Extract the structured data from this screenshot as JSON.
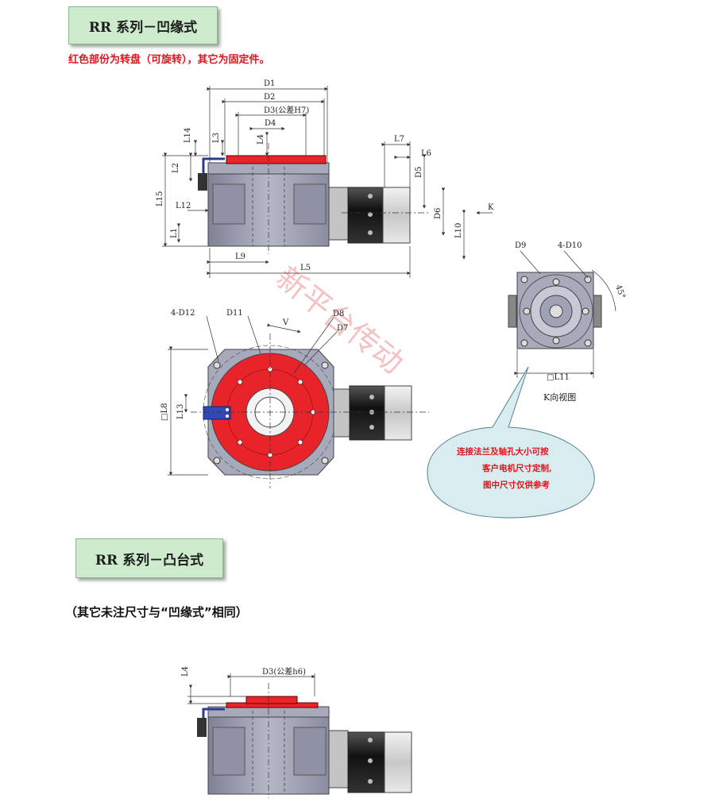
{
  "section1": {
    "title": "RR 系列－凹缘式",
    "note": "红色部份为转盘（可旋转），其它为固定件。"
  },
  "section2": {
    "title": "RR 系列－凸台式",
    "note": "（其它未注尺寸与“凹缘式”相同）"
  },
  "dims": {
    "D1": "D1",
    "D2": "D2",
    "D3_top": "D3(公差H7)",
    "D4": "D4",
    "L14": "L14",
    "L3": "L3",
    "L4": "L4",
    "L2": "L2",
    "L15": "L15",
    "L12": "L12",
    "L1": "L1",
    "L9": "L9",
    "L5": "L5",
    "L7": "L7",
    "L6": "L6",
    "D5": "D5",
    "D6": "D6",
    "L10": "L10",
    "K": "K",
    "D9": "D9",
    "D10": "4-D10",
    "angle": "45°",
    "L11": "□L11",
    "kview": "K向视图",
    "D12": "4-D12",
    "D11": "D11",
    "D8": "D8",
    "D7": "D7",
    "V": "V",
    "L8": "□L8",
    "L13": "L13",
    "D3_bottom": "D3(公差h6)",
    "L4_bottom": "L4"
  },
  "callout": {
    "line1": "连接法兰及轴孔大小可按",
    "line2": "客户电机尺寸定制,",
    "line3": "图中尺寸仅供参考"
  },
  "watermark": "新平台传动",
  "colors": {
    "turntable": "#e8232a",
    "body": "#9fa2b4",
    "motor": "#1c1c1c",
    "tag_bg": "#cdeccd",
    "callout_bg": "#d9ecf0"
  }
}
